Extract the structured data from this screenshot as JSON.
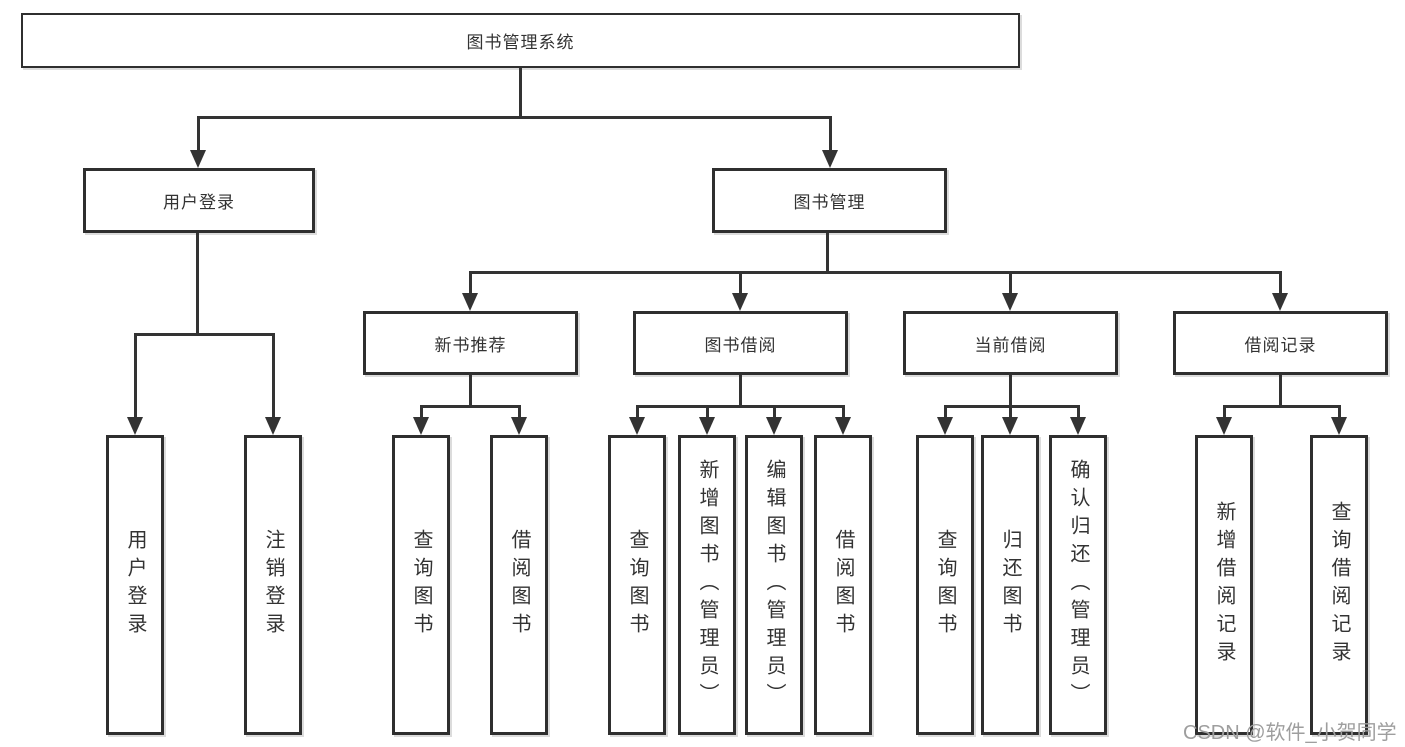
{
  "root": {
    "label": "图书管理系统"
  },
  "level1": [
    {
      "label": "用户登录"
    },
    {
      "label": "图书管理"
    }
  ],
  "level2": [
    {
      "label": "新书推荐"
    },
    {
      "label": "图书借阅"
    },
    {
      "label": "当前借阅"
    },
    {
      "label": "借阅记录"
    }
  ],
  "groups": {
    "user_login": [
      {
        "label": "用户登录"
      },
      {
        "label": "注销登录"
      }
    ],
    "new_book": [
      {
        "label": "查询图书"
      },
      {
        "label": "借阅图书"
      }
    ],
    "book_borrow": [
      {
        "label": "查询图书"
      },
      {
        "label": "新增图书（管理员）"
      },
      {
        "label": "编辑图书（管理员）"
      },
      {
        "label": "借阅图书"
      }
    ],
    "current_borrow": [
      {
        "label": "查询图书"
      },
      {
        "label": "归还图书"
      },
      {
        "label": "确认归还（管理员）"
      }
    ],
    "borrow_record": [
      {
        "label": "新增借阅记录"
      },
      {
        "label": "查询借阅记录"
      }
    ]
  },
  "watermark": {
    "text": "CSDN @软件_小贺同学"
  },
  "colors": {
    "line": "#333333",
    "node_border": "#2f2f2f",
    "text": "#333333",
    "watermark": "#9e9e9e",
    "background": "#ffffff"
  }
}
